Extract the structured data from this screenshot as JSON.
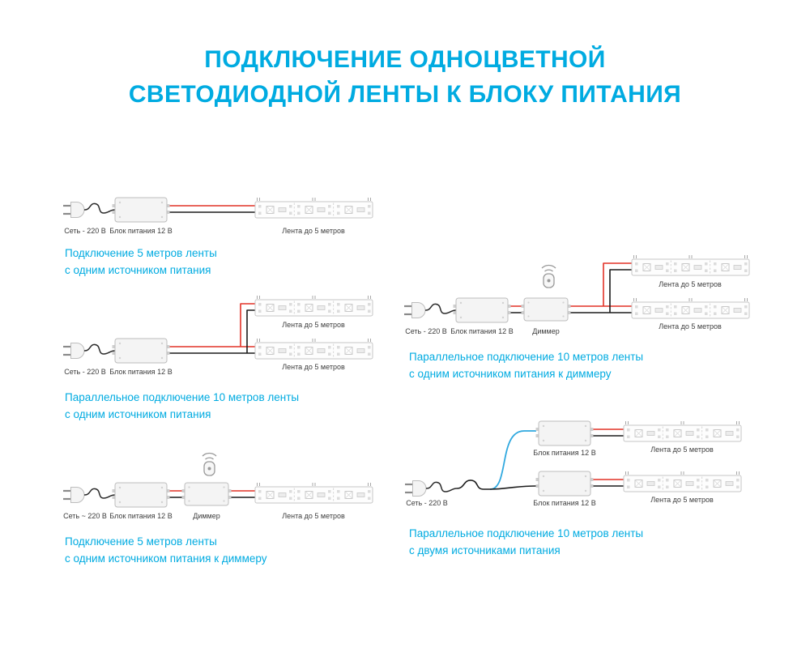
{
  "title": {
    "line1": "ПОДКЛЮЧЕНИЕ ОДНОЦВЕТНОЙ",
    "line2": "СВЕТОДИОДНОЙ ЛЕНТЫ К БЛОКУ ПИТАНИЯ"
  },
  "labels": {
    "mains": "Сеть - 220 В",
    "mains_tilde": "Сеть ~ 220 В",
    "psu": "Блок питания 12 В",
    "dimmer": "Диммер",
    "strip": "Лента до 5 метров"
  },
  "captions": {
    "d1": {
      "line1": "Подключение 5 метров ленты",
      "line2": "с одним источником питания"
    },
    "d2": {
      "line1": "Параллельное подключение 10 метров ленты",
      "line2": "с одним источником питания"
    },
    "d3": {
      "line1": "Подключение 5 метров ленты",
      "line2": "с одним источником питания к диммеру"
    },
    "d4": {
      "line1": "Параллельное подключение 10 метров ленты",
      "line2": "с одним источником питания к диммеру"
    },
    "d5": {
      "line1": "Параллельное подключение 10 метров ленты",
      "line2": "с двумя источниками питания"
    }
  },
  "colors": {
    "accent": "#00ABE1",
    "wire_red": "#E23227",
    "wire_black": "#1C1C1C",
    "wire_blue": "#2FA8DF",
    "component_fill": "#F4F4F4",
    "component_stroke": "#BDBDBD",
    "label_text": "#3C3C3C"
  }
}
